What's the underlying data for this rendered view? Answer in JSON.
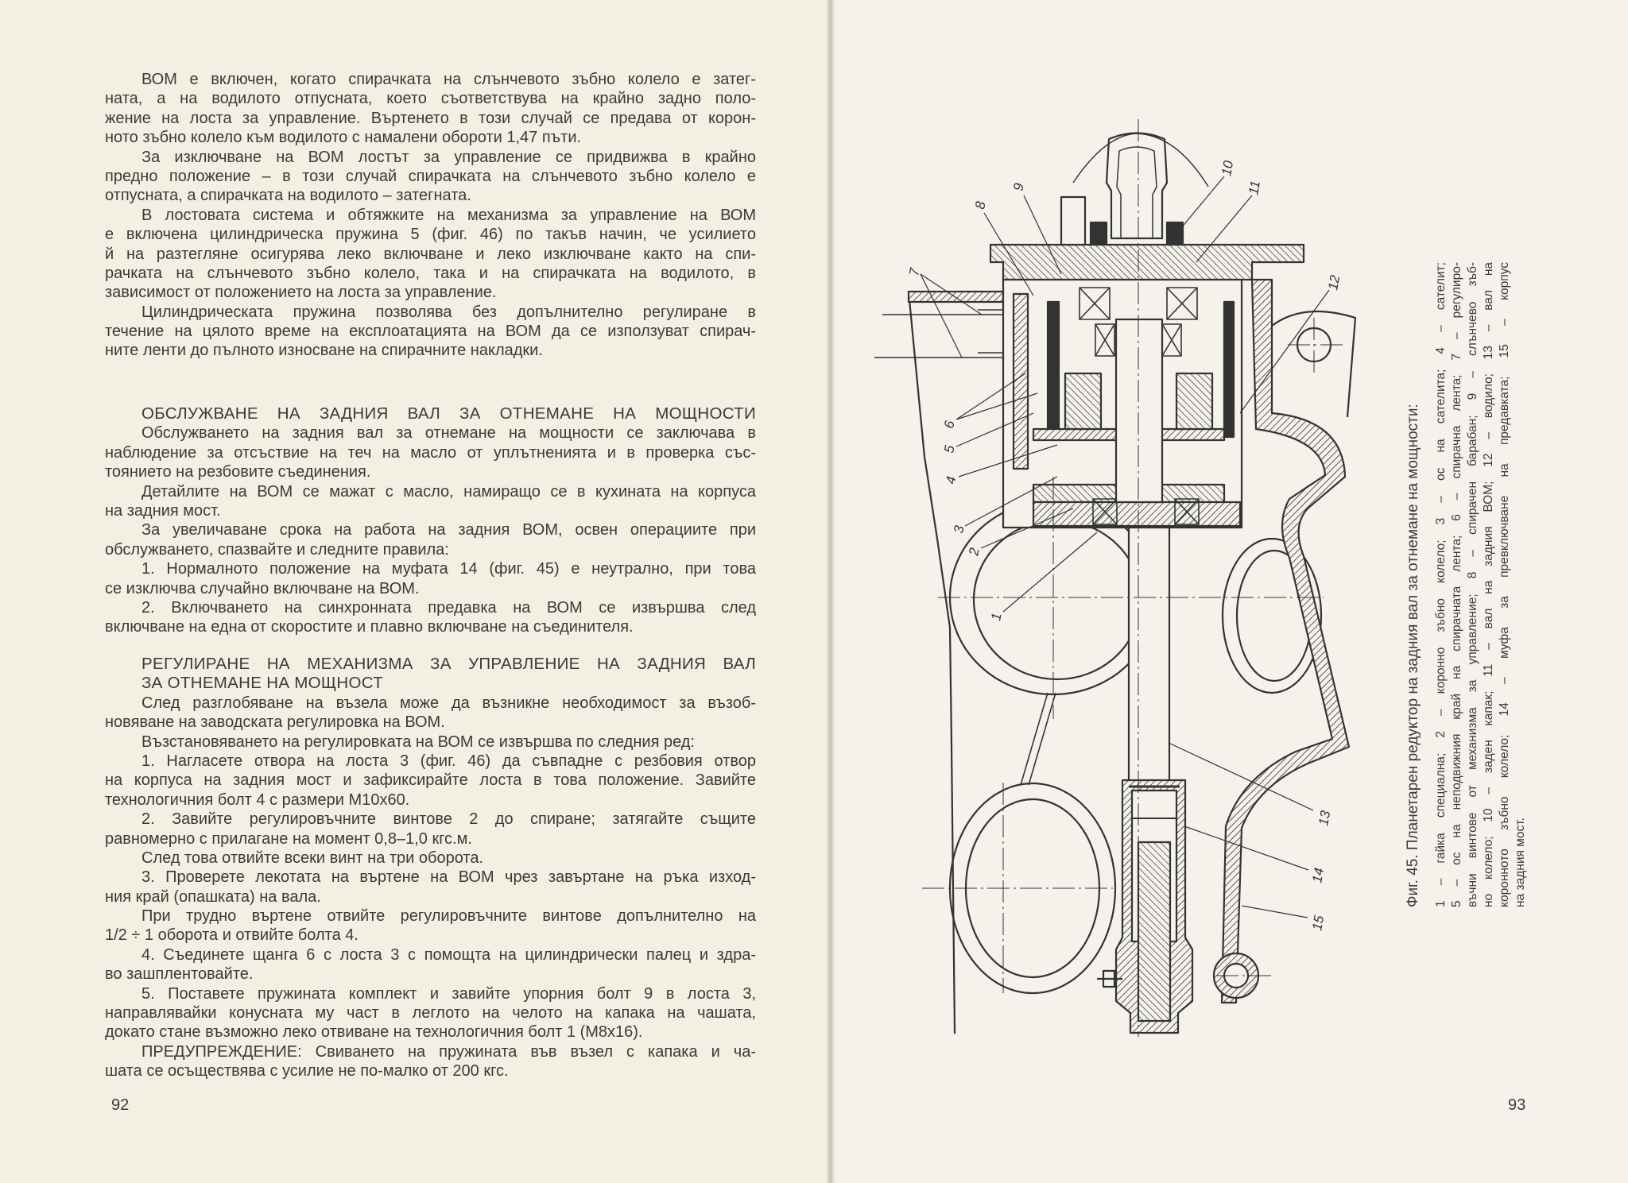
{
  "left_page": {
    "page_number": "92",
    "section_intro": {
      "heading": [],
      "paragraphs": [
        [
          "ВОМ е включен, когато спирачката на слънчевото зъбно колело е затег-",
          "ната, а на водилото отпусната, което съответствува на крайно задно поло-",
          "жение на лоста за управление. Въртенето в този случай се предава от корон-",
          "ното зъбно колело към водилото с намалени обороти 1,47 пъти."
        ],
        [
          "За изключване на ВОМ лостът за управление се придвижва в крайно",
          "предно положение – в този случай спирачката на слънчевото зъбно колело е",
          "отпусната, а спирачката на водилото – затегната."
        ],
        [
          "В лостовата система и обтяжките на механизма за управление на ВОМ",
          "е включена цилиндрическа пружина 5 (фиг. 46) по такъв начин, че усилието",
          "й на разтегляне осигурява леко включване и леко изключване както на спи-",
          "рачката на слънчевото зъбно колело, така и на спирачката на водилото, в",
          "зависимост от положението на лоста за управление."
        ],
        [
          "Цилиндрическата пружина позволява без допълнително регулиране в",
          "течение на цялото време на експлоатацията на ВОМ да се използуват спирач-",
          "ните ленти до пълното износване на спирачните накладки."
        ]
      ]
    },
    "section_service": {
      "heading": [
        "ОБСЛУЖВАНЕ НА ЗАДНИЯ ВАЛ ЗА ОТНЕМАНЕ НА МОЩНОСТИ"
      ],
      "paragraphs": [
        [
          "Обслужването на задния вал за отнемане на мощности се заключава в",
          "наблюдение за отсъствие на теч на масло от уплътненията и в проверка със-",
          "тоянието на резбовите съединения."
        ],
        [
          "Детайлите на ВОМ се мажат с масло, намиращо се в кухината на корпуса",
          "на задния мост."
        ],
        [
          "За увеличаване срока на работа на задния ВОМ, освен операциите при",
          "обслужването, спазвайте и следните правила:"
        ],
        [
          "1. Нормалното положение на муфата 14 (фиг. 45) е неутрално, при това",
          "се изключва случайно включване на ВОМ."
        ],
        [
          "2. Включването на синхронната предавка на ВОМ се извършва след",
          "включване на една от скоростите и плавно включване на съединителя."
        ]
      ]
    },
    "section_adjust": {
      "heading": [
        "РЕГУЛИРАНЕ НА МЕХАНИЗМА ЗА УПРАВЛЕНИЕ НА ЗАДНИЯ ВАЛ",
        "ЗА ОТНЕМАНЕ НА МОЩНОСТ"
      ],
      "paragraphs": [
        [
          "След разглобяване на възела може да възникне необходимост за възоб-",
          "новяване на заводската регулировка на ВОМ."
        ],
        [
          "Възстановяването на регулировката на ВОМ се извършва по следния ред:"
        ],
        [
          "1. Нагласете отвора на лоста 3 (фиг. 46) да съвпадне с резбовия отвор",
          "на корпуса на задния мост и зафиксирайте лоста в това положение. Завийте",
          "технологичния болт 4 с размери М10х60."
        ],
        [
          "2. Завийте регулировъчните винтове 2 до спиране; затягайте същите",
          "равномерно с прилагане на момент 0,8–1,0 кгс.м."
        ],
        [
          "След това отвийте всеки винт на три оборота."
        ],
        [
          "3. Проверете лекотата на въртене на ВОМ чрез завъртане на ръка изход-",
          "ния край (опашката) на вала."
        ],
        [
          "При трудно въртене отвийте регулировъчните винтове допълнително на",
          "1/2 ÷ 1 оборота и отвийте болта 4."
        ],
        [
          "4. Съединете щанга 6 с лоста 3 с помощта на цилиндрически палец и здра-",
          "во зашплентовайте."
        ],
        [
          "5. Поставете пружината комплект и завийте упорния болт 9 в лоста 3,",
          "направлявайки конусната му част в леглото на челото на капака на чашата,",
          "докато стане възможно леко отвиване на технологичния болт 1 (М8х16)."
        ],
        [
          "ПРЕДУПРЕЖДЕНИЕ: Свиването на пружината във възел с капака и ча-",
          "шата се осъществява с усилие не по-малко от 200 кгс."
        ]
      ]
    }
  },
  "right_page": {
    "page_number": "93",
    "figure": {
      "labels": [
        "1",
        "2",
        "3",
        "4",
        "5",
        "6",
        "7",
        "8",
        "9",
        "10",
        "11",
        "12",
        "13",
        "14",
        "15"
      ],
      "caption_title": "Фиг. 45. Планетарен редуктор на задния вал за отнемане на мощности:",
      "caption_lines": [
        "1 – гайка специална; 2 – коронно зъбно колело; 3 – ос на сателита; 4 – сателит;",
        "5 – ос на неподвижния край на спирачната лента; 6 – спирачна лента; 7 – регулиро-",
        "въчни винтове от механизма за управление; 8 – спирачен барабан; 9 – слънчево зъб-",
        "но колело; 10 – заден капак; 11 – вал на задния ВОМ; 12 – водило; 13 – вал на",
        "коронното зъбно колело; 14 – муфа за превключване на предавката; 15 – корпус",
        "на задния мост."
      ]
    }
  },
  "colors": {
    "ink": "#3a3a38",
    "paper": "#f3efe2",
    "drawing": "#333333"
  }
}
